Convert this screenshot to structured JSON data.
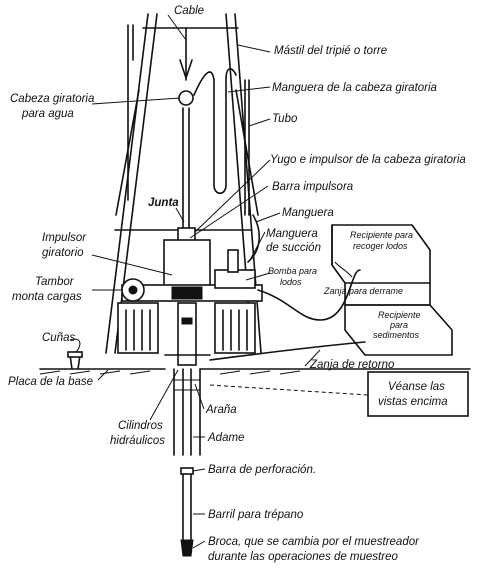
{
  "labels": {
    "cable": "Cable",
    "mastil": "Mástil del tripié o torre",
    "manguera_cabeza": "Manguera de la cabeza giratoria",
    "cabeza_1": "Cabeza giratoria",
    "cabeza_2": "para agua",
    "tubo": "Tubo",
    "yugo": "Yugo e impulsor de la cabeza giratoria",
    "junta": "Junta",
    "barra_impulsora": "Barra impulsora",
    "manguera": "Manguera",
    "impulsor_1": "Impulsor",
    "impulsor_2": "giratorio",
    "manguera_succion_1": "Manguera",
    "manguera_succion_2": "de succión",
    "recipiente_lodos_1": "Recipiente para",
    "recipiente_lodos_2": "recoger lodos",
    "bomba_1": "Bomba para",
    "bomba_2": "lodos",
    "tambor_1": "Tambor",
    "tambor_2": "monta cargas",
    "zanja_derrame": "Zanja para derrame",
    "recipiente_sed_1": "Recipiente",
    "recipiente_sed_2": "para",
    "recipiente_sed_3": "sedimentos",
    "cunas": "Cuñas",
    "zanja_retorno": "Zanja de retorno",
    "placa": "Placa de la base",
    "veanse_1": "Véanse las",
    "veanse_2": "vistas encima",
    "arana": "Araña",
    "cilindros_1": "Cilindros",
    "cilindros_2": "hidráulicos",
    "adame": "Adame",
    "barra_perforacion": "Barra de perforación.",
    "barril": "Barril para trépano",
    "broca_1": "Broca, que se cambia por el muestreador",
    "broca_2": "durante las operaciones de muestreo"
  }
}
